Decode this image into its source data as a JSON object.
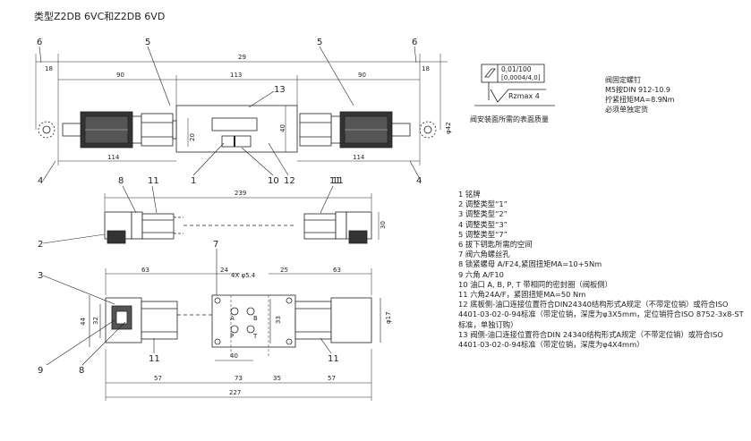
{
  "title": "类型Z2DB 6VC和Z2DB 6VD",
  "top_view": {
    "dims": {
      "d18_left": "18",
      "d18_right": "18",
      "d90_left": "90",
      "d90_right": "90",
      "d29": "29",
      "d113": "113",
      "d114_left": "114",
      "d114_right": "114",
      "d40": "40",
      "d20": "20",
      "d42": "φ42"
    },
    "callouts": {
      "c6_left": "6",
      "c5_left": "5",
      "c5_right": "5",
      "c6_right": "6",
      "c13": "13",
      "c4_left": "4",
      "c1": "1",
      "c10": "10",
      "c12": "12",
      "c11": "11",
      "c4_right": "4"
    }
  },
  "surface_spec": {
    "flatness": "0,01/100",
    "flatness2": "[0,0004/4,0]",
    "roughness": "Rzmax  4",
    "caption": "阀安装面所需的表面质量"
  },
  "screw_note": {
    "lines": [
      "阀固定螺钉",
      "M5按DIN 912-10.9",
      "拧紧扭矩MA=8.9Nm",
      "必须单独定货"
    ]
  },
  "middle_view": {
    "dims": {
      "d239": "239",
      "d30": "30"
    },
    "callouts": {
      "c8": "8",
      "c11_left": "11",
      "c11_right": "11",
      "c2": "2"
    }
  },
  "bottom_view": {
    "dims": {
      "d63_left": "63",
      "d24": "24",
      "d25": "25",
      "d63_right": "63",
      "holes": "4X φ5.4",
      "d44": "44",
      "d32": "32",
      "d33": "33",
      "d52": "φ17",
      "d40": "40",
      "d57_left": "57",
      "d73": "73",
      "d35": "35",
      "d57_right": "57",
      "d227": "227"
    },
    "ports": {
      "a": "A",
      "b": "B",
      "p": "P",
      "t": "T"
    },
    "callouts": {
      "c3": "3",
      "c7": "7",
      "c9": "9",
      "c8": "8",
      "c11_left": "11",
      "c11_right": "11"
    }
  },
  "legend": [
    "1 铭牌",
    "2 调整类型“1”",
    "3 调整类型“2”",
    "4 调整类型“3”",
    "5 调整类型“7”",
    "6 拔下钥匙所需的空间",
    "7 阀六角螺丝孔",
    "8 锁紧螺母 A/F24,紧固扭矩MA=10+5Nm",
    "9 六角 A/F10",
    "10 油口 A, B, P, T 带相同的密封圈（阀板侧）",
    "11 六角24A/F，紧固扭矩MA=50 Nm",
    "12 底板侧-油口连接位置符合DIN24340结构形式A规定（不带定位销）或符合ISO 4401-03-02-0-94标准（带定位销，深度为φ3X5mm，定位销符合ISO 8752-3x8-ST标准，单独订购）",
    "13 阀侧-油口连接位置符合DIN 24340结构形式A规定（不带定位销）或符合ISO 4401-03-02-0-94标准（带定位销，深度为φ4X4mm）"
  ]
}
